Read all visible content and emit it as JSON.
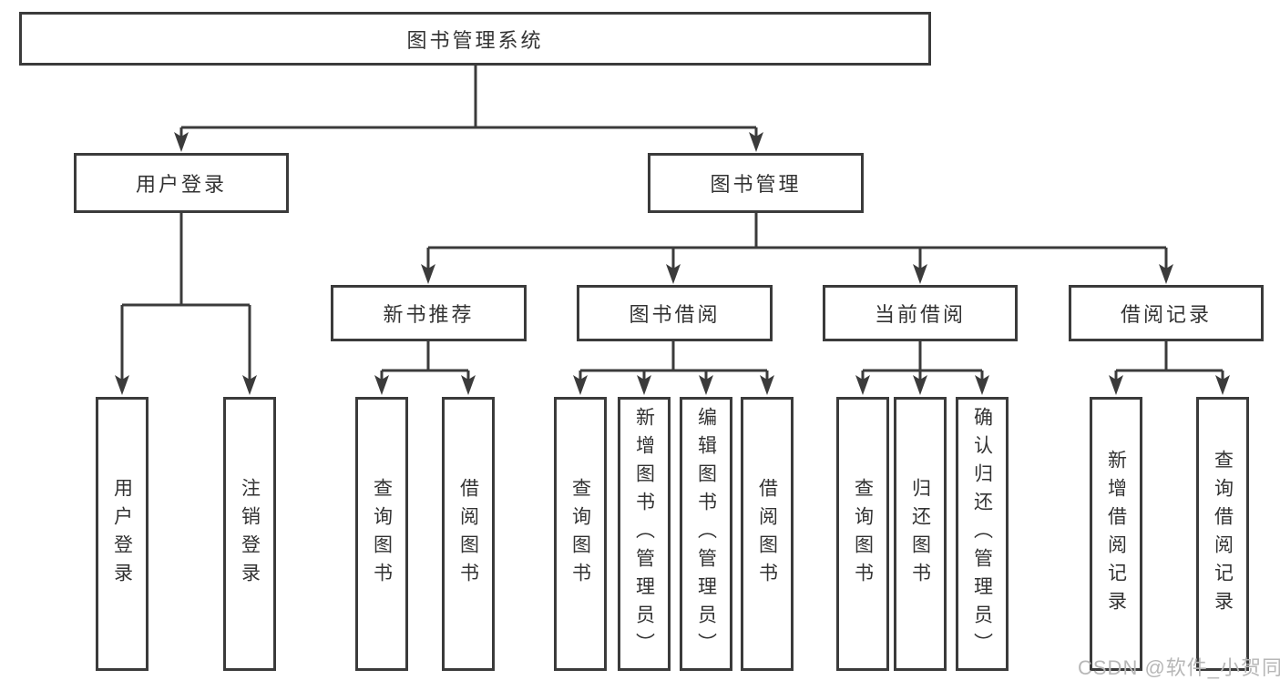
{
  "diagram": {
    "title": "图书管理系统",
    "branches": [
      {
        "label": "用户登录",
        "children": [
          {
            "label": "用户登录"
          },
          {
            "label": "注销登录"
          }
        ]
      },
      {
        "label": "图书管理",
        "children": [
          {
            "label": "新书推荐",
            "children": [
              {
                "label": "查询图书"
              },
              {
                "label": "借阅图书"
              }
            ]
          },
          {
            "label": "图书借阅",
            "children": [
              {
                "label": "查询图书"
              },
              {
                "label": "新增图书（管理员）"
              },
              {
                "label": "编辑图书（管理员）"
              },
              {
                "label": "借阅图书"
              }
            ]
          },
          {
            "label": "当前借阅",
            "children": [
              {
                "label": "查询图书"
              },
              {
                "label": "归还图书"
              },
              {
                "label": "确认归还（管理员）"
              }
            ]
          },
          {
            "label": "借阅记录",
            "children": [
              {
                "label": "新增借阅记录"
              },
              {
                "label": "查询借阅记录"
              }
            ]
          }
        ]
      }
    ]
  },
  "watermark": {
    "text": "CSDN @软件_小贺同学"
  },
  "colors": {
    "line": "#3b3b3b",
    "text": "#333333",
    "box_bg": "#ffffff",
    "watermark": "#b7b7b7"
  }
}
